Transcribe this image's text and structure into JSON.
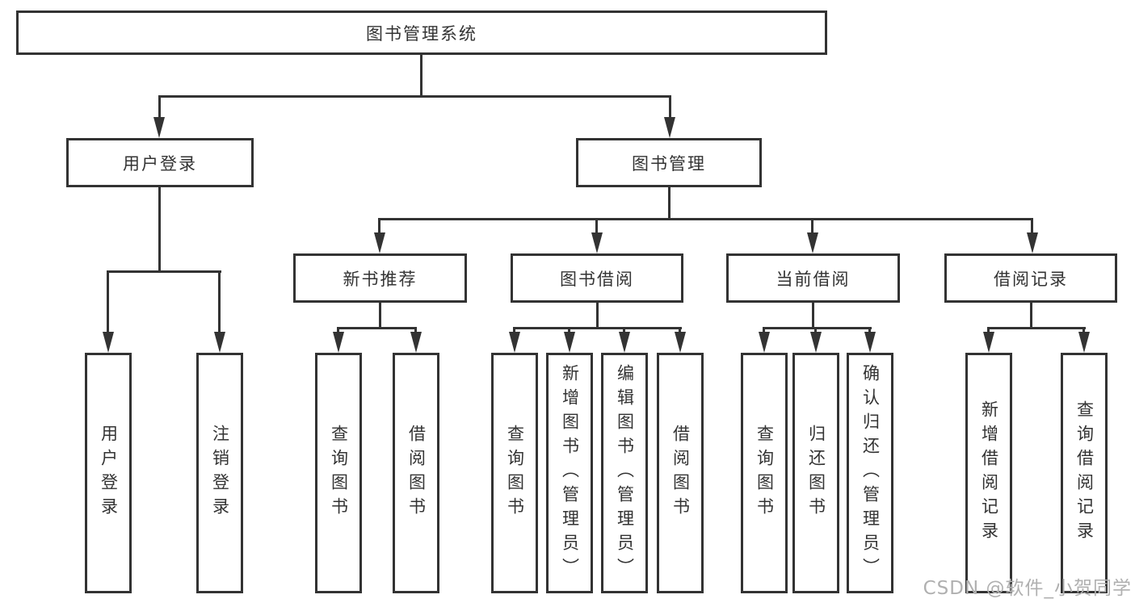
{
  "nodes": {
    "root": "图书管理系统",
    "user_login": "用户登录",
    "book_mgmt": "图书管理",
    "new_books": "新书推荐",
    "book_borrow": "图书借阅",
    "current_borrow": "当前借阅",
    "borrow_records": "借阅记录"
  },
  "leaves": {
    "user_login": [
      "用户登录",
      "注销登录"
    ],
    "new_books": [
      "查询图书",
      "借阅图书"
    ],
    "book_borrow": [
      "查询图书",
      "新增图书（管理员）",
      "编辑图书（管理员）",
      "借阅图书"
    ],
    "current_borrow": [
      "查询图书",
      "归还图书",
      "确认归还（管理员）"
    ],
    "borrow_records": [
      "新增借阅记录",
      "查询借阅记录"
    ]
  },
  "watermark": "CSDN @软件_小贺同学",
  "colors": {
    "line": "#333333",
    "text": "#333333",
    "watermark": "#b0b0b0",
    "background": "#ffffff"
  }
}
